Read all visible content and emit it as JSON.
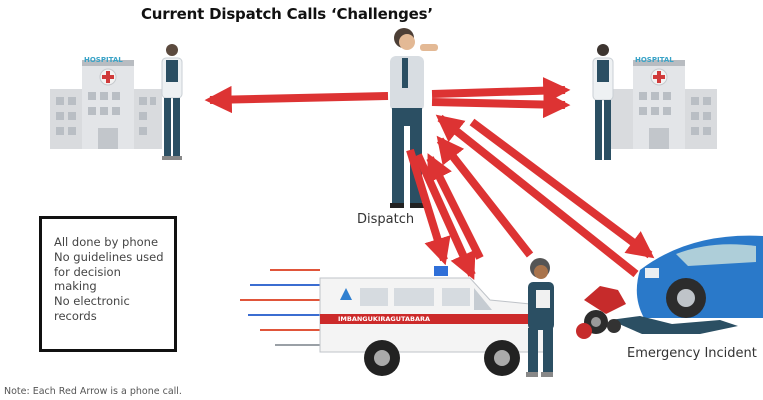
{
  "title": "Current Dispatch Calls ‘Challenges’",
  "labels": {
    "dispatch": "Dispatch",
    "incident": "Emergency Incident",
    "hospital_sign": "HOSPITAL",
    "ambulance_text": "IMBANGUKIRAGUTABARA"
  },
  "challenges": [
    "All done by phone",
    "No guidelines used",
    "for decision",
    "making",
    "No electronic",
    "records"
  ],
  "note": "Note: Each Red Arrow is a phone call.",
  "colors": {
    "arrow": "#dd3333",
    "hospital": "#d9dbde",
    "dispatch_shirt": "#d8dde2",
    "dark_teal": "#2b4f63",
    "car_blue": "#2a79c9",
    "ambulance_stripe": "#cc2a2a"
  }
}
